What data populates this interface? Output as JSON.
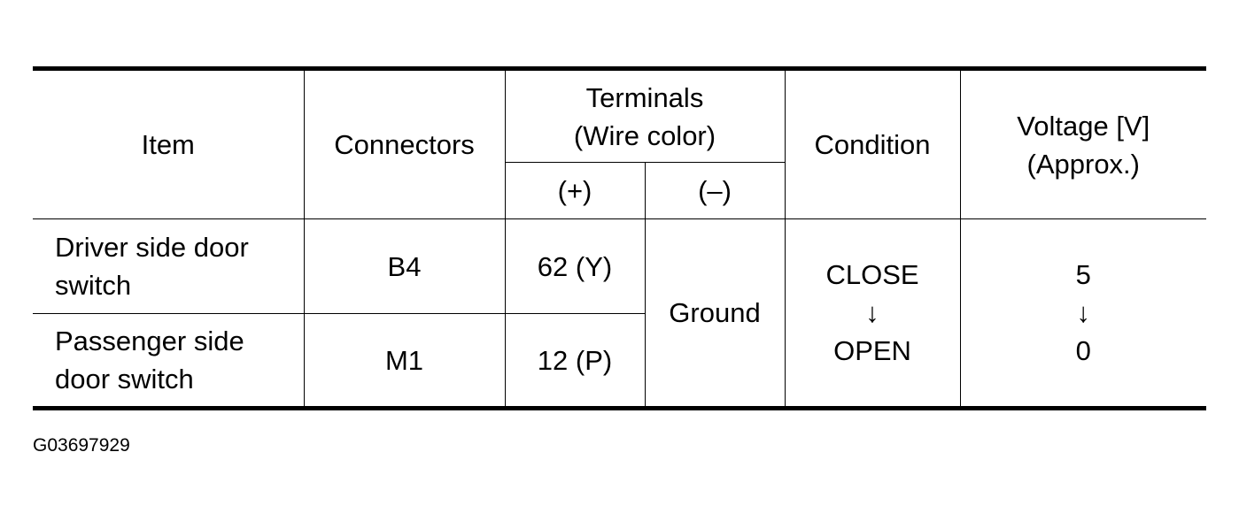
{
  "table": {
    "headers": {
      "item": "Item",
      "connectors": "Connectors",
      "terminals_line1": "Terminals",
      "terminals_line2": "(Wire color)",
      "plus": "(+)",
      "minus": "(–)",
      "condition": "Condition",
      "voltage_line1": "Voltage [V]",
      "voltage_line2": "(Approx.)"
    },
    "rows": [
      {
        "item_line1": "Driver side door",
        "item_line2": "switch",
        "connector": "B4",
        "plus": "62 (Y)"
      },
      {
        "item_line1": "Passenger side",
        "item_line2": "door switch",
        "connector": "M1",
        "plus": "12 (P)"
      }
    ],
    "shared": {
      "minus": "Ground",
      "condition_from": "CLOSE",
      "condition_arrow": "↓",
      "condition_to": "OPEN",
      "voltage_from": "5",
      "voltage_arrow": "↓",
      "voltage_to": "0"
    }
  },
  "figure_id": "G03697929"
}
